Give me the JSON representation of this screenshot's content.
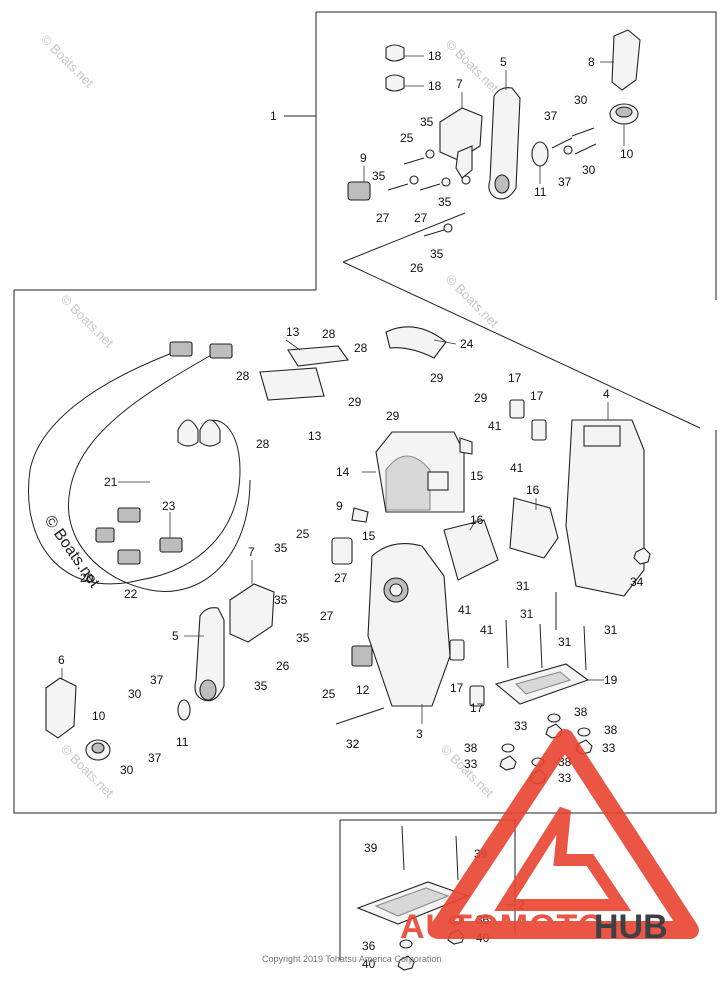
{
  "watermark": "© Boats.net",
  "copyright": "Copyright 2019 Tohatsu America Corporation",
  "logo": {
    "text_a": "AUTOMOTO",
    "text_b": "HUB",
    "color_red": "#e8442f",
    "color_dark": "#2b2b33"
  },
  "labels": [
    "1",
    "2",
    "3",
    "4",
    "5",
    "6",
    "7",
    "8",
    "9",
    "10",
    "11",
    "12",
    "13",
    "14",
    "15",
    "16",
    "17",
    "18",
    "19",
    "20",
    "21",
    "22",
    "23",
    "24",
    "25",
    "26",
    "27",
    "28",
    "29",
    "30",
    "31",
    "32",
    "33",
    "34",
    "35",
    "36",
    "37",
    "38",
    "39",
    "40",
    "41"
  ]
}
